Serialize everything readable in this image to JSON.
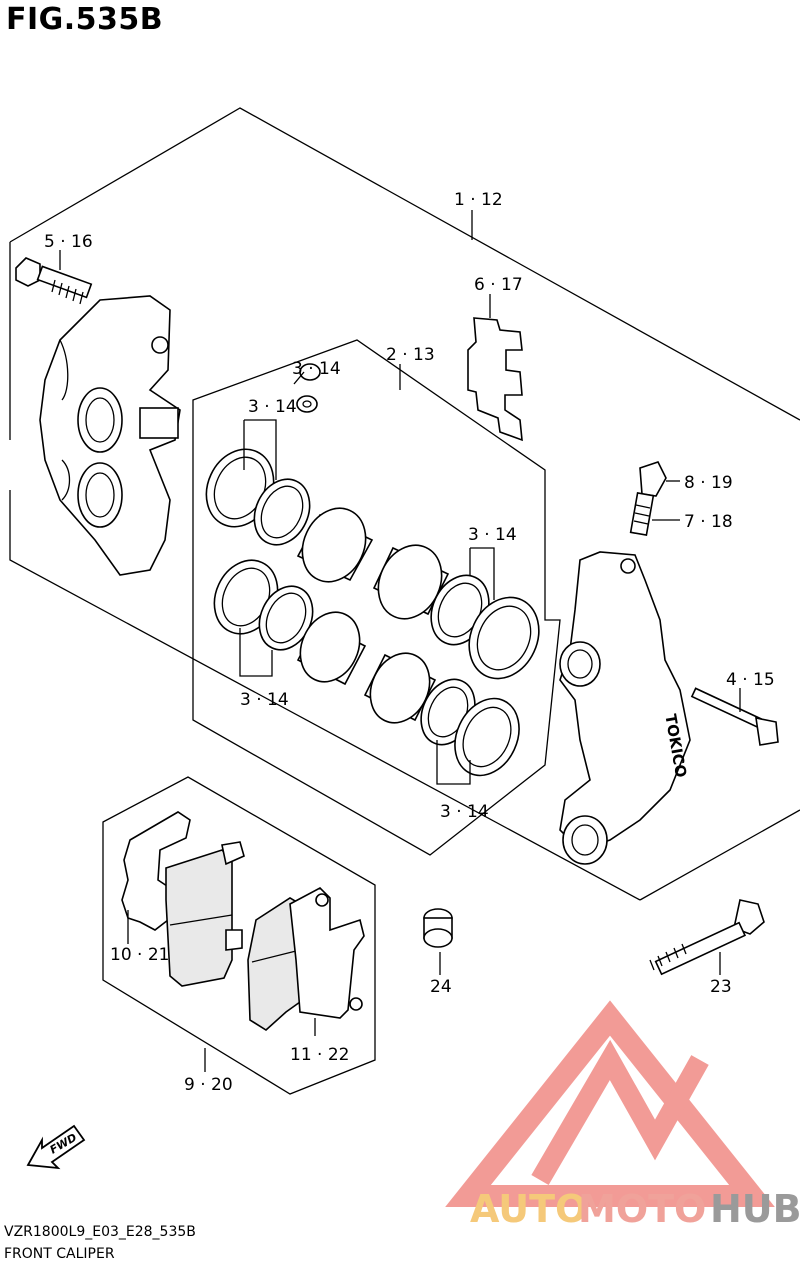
{
  "figure": {
    "title": "FIG.535B",
    "model_code": "VZR1800L9_E03_E28_535B",
    "name": "FRONT CALIPER"
  },
  "callouts": {
    "c_1_12": "1 · 12",
    "c_5_16": "5 · 16",
    "c_6_17": "6 · 17",
    "c_3_14_a": "3 · 14",
    "c_2_13": "2 · 13",
    "c_3_14_b": "3 · 14",
    "c_8_19": "8 · 19",
    "c_7_18": "7 · 18",
    "c_3_14_c": "3 · 14",
    "c_4_15": "4 · 15",
    "c_3_14_d": "3 · 14",
    "c_3_14_e": "3 · 14",
    "c_10_21": "10 · 21",
    "c_24": "24",
    "c_23": "23",
    "c_11_22": "11 · 22",
    "c_9_20": "9 · 20"
  },
  "fwd_label": "FWD",
  "caliper_brand": "TOKICO",
  "watermark": {
    "part1": "AUTO",
    "part2": "MOTO",
    "part3": "HUB",
    "color1": "#f5c97a",
    "color2": "#f0a29a",
    "color3": "#9a9a9a",
    "logo_color": "#f08a84"
  }
}
